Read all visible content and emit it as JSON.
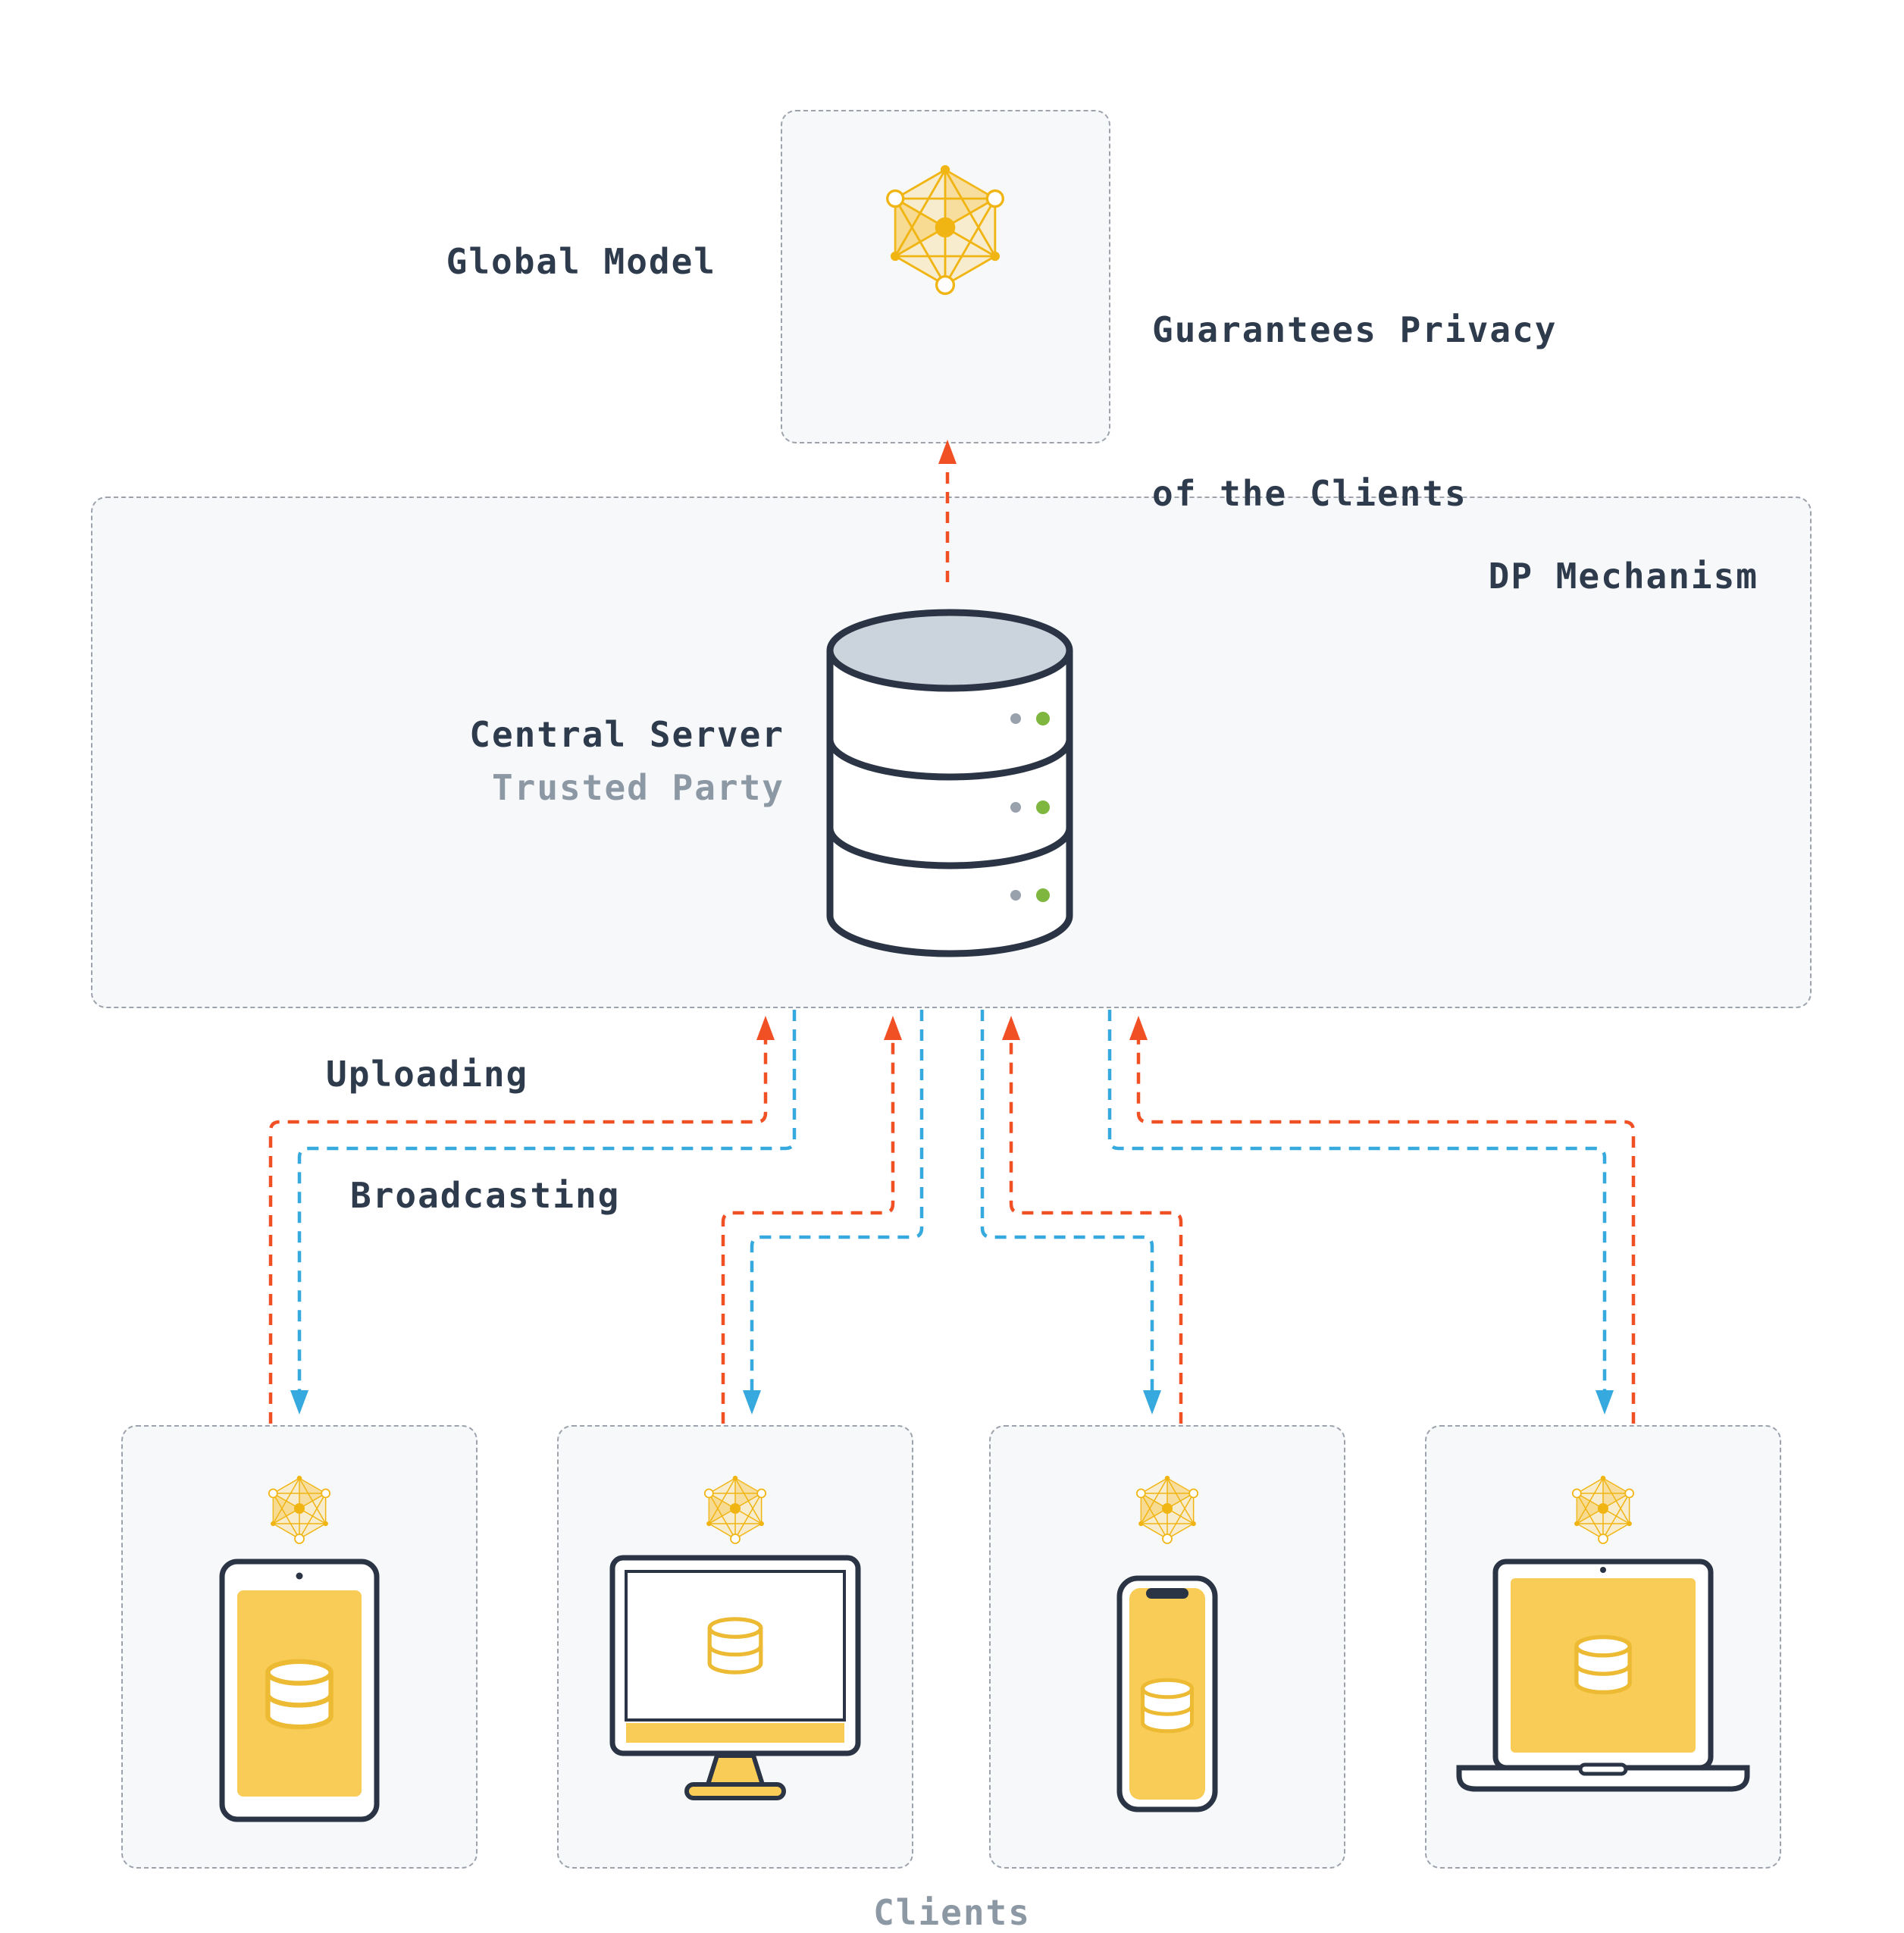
{
  "global_model": {
    "label": "Global Model",
    "note_line1": "Guarantees Privacy",
    "note_line2": "of the Clients",
    "icon": "network-graph-icon"
  },
  "dp": {
    "label": "DP Mechanism",
    "server_title": "Central Server",
    "server_subtitle": "Trusted Party",
    "icon": "database-server-icon"
  },
  "flows": {
    "upload_label": "Uploading",
    "broadcast_label": "Broadcasting"
  },
  "clients": {
    "label": "Clients",
    "count": 4,
    "devices": [
      {
        "name": "tablet",
        "icon": "tablet-icon"
      },
      {
        "name": "desktop",
        "icon": "desktop-imac-icon"
      },
      {
        "name": "smartphone",
        "icon": "smartphone-icon"
      },
      {
        "name": "laptop",
        "icon": "laptop-icon"
      }
    ],
    "device_screen_icon": "database-cylinder-icon",
    "client_model_icon": "network-graph-icon"
  },
  "colors": {
    "upload": "#f05023",
    "broadcast": "#36a9de",
    "accent_yellow": "#f1b513",
    "screen_yellow": "#f8cc57",
    "ink": "#2a3444",
    "muted": "#8d98a5",
    "box_background": "#f7f8f9",
    "box_border": "#9ca3ac",
    "server_top": "#cbd3dc",
    "status_green": "#7fb63f",
    "status_gray": "#99a1ac"
  }
}
